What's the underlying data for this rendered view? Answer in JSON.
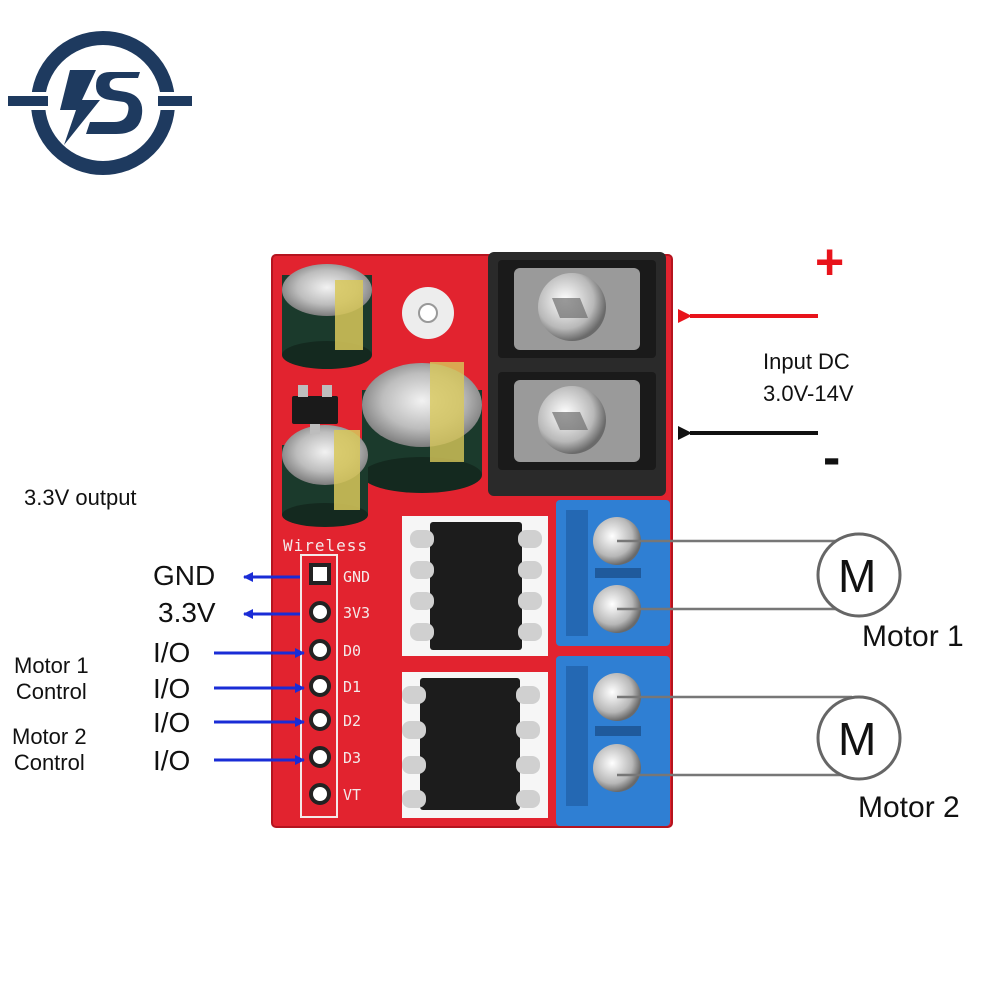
{
  "logo": {
    "text": "IS",
    "color": "#1e3a5f"
  },
  "board": {
    "color": "#e2232f",
    "silkscreen": {
      "header": "Wireless",
      "pins": [
        "GND",
        "3V3",
        "D0",
        "D1",
        "D2",
        "D3",
        "VT"
      ]
    }
  },
  "labels": {
    "output_3v3": "3.3V output",
    "gnd": "GND",
    "v33": "3.3V",
    "io_1": "I/O",
    "io_2": "I/O",
    "io_3": "I/O",
    "io_4": "I/O",
    "motor1_control": "Motor 1\nControl",
    "motor2_control": "Motor 2\nControl",
    "plus": "+",
    "minus": "-",
    "input_dc": "Input DC\n3.0V-14V",
    "motor_symbol": "M",
    "motor1": "Motor 1",
    "motor2": "Motor 2"
  },
  "colors": {
    "arrow_blue": "#1a2cd6",
    "arrow_red": "#e8131b",
    "arrow_black": "#111111",
    "terminal_blue": "#2f7fd3",
    "terminal_black": "#222222"
  }
}
